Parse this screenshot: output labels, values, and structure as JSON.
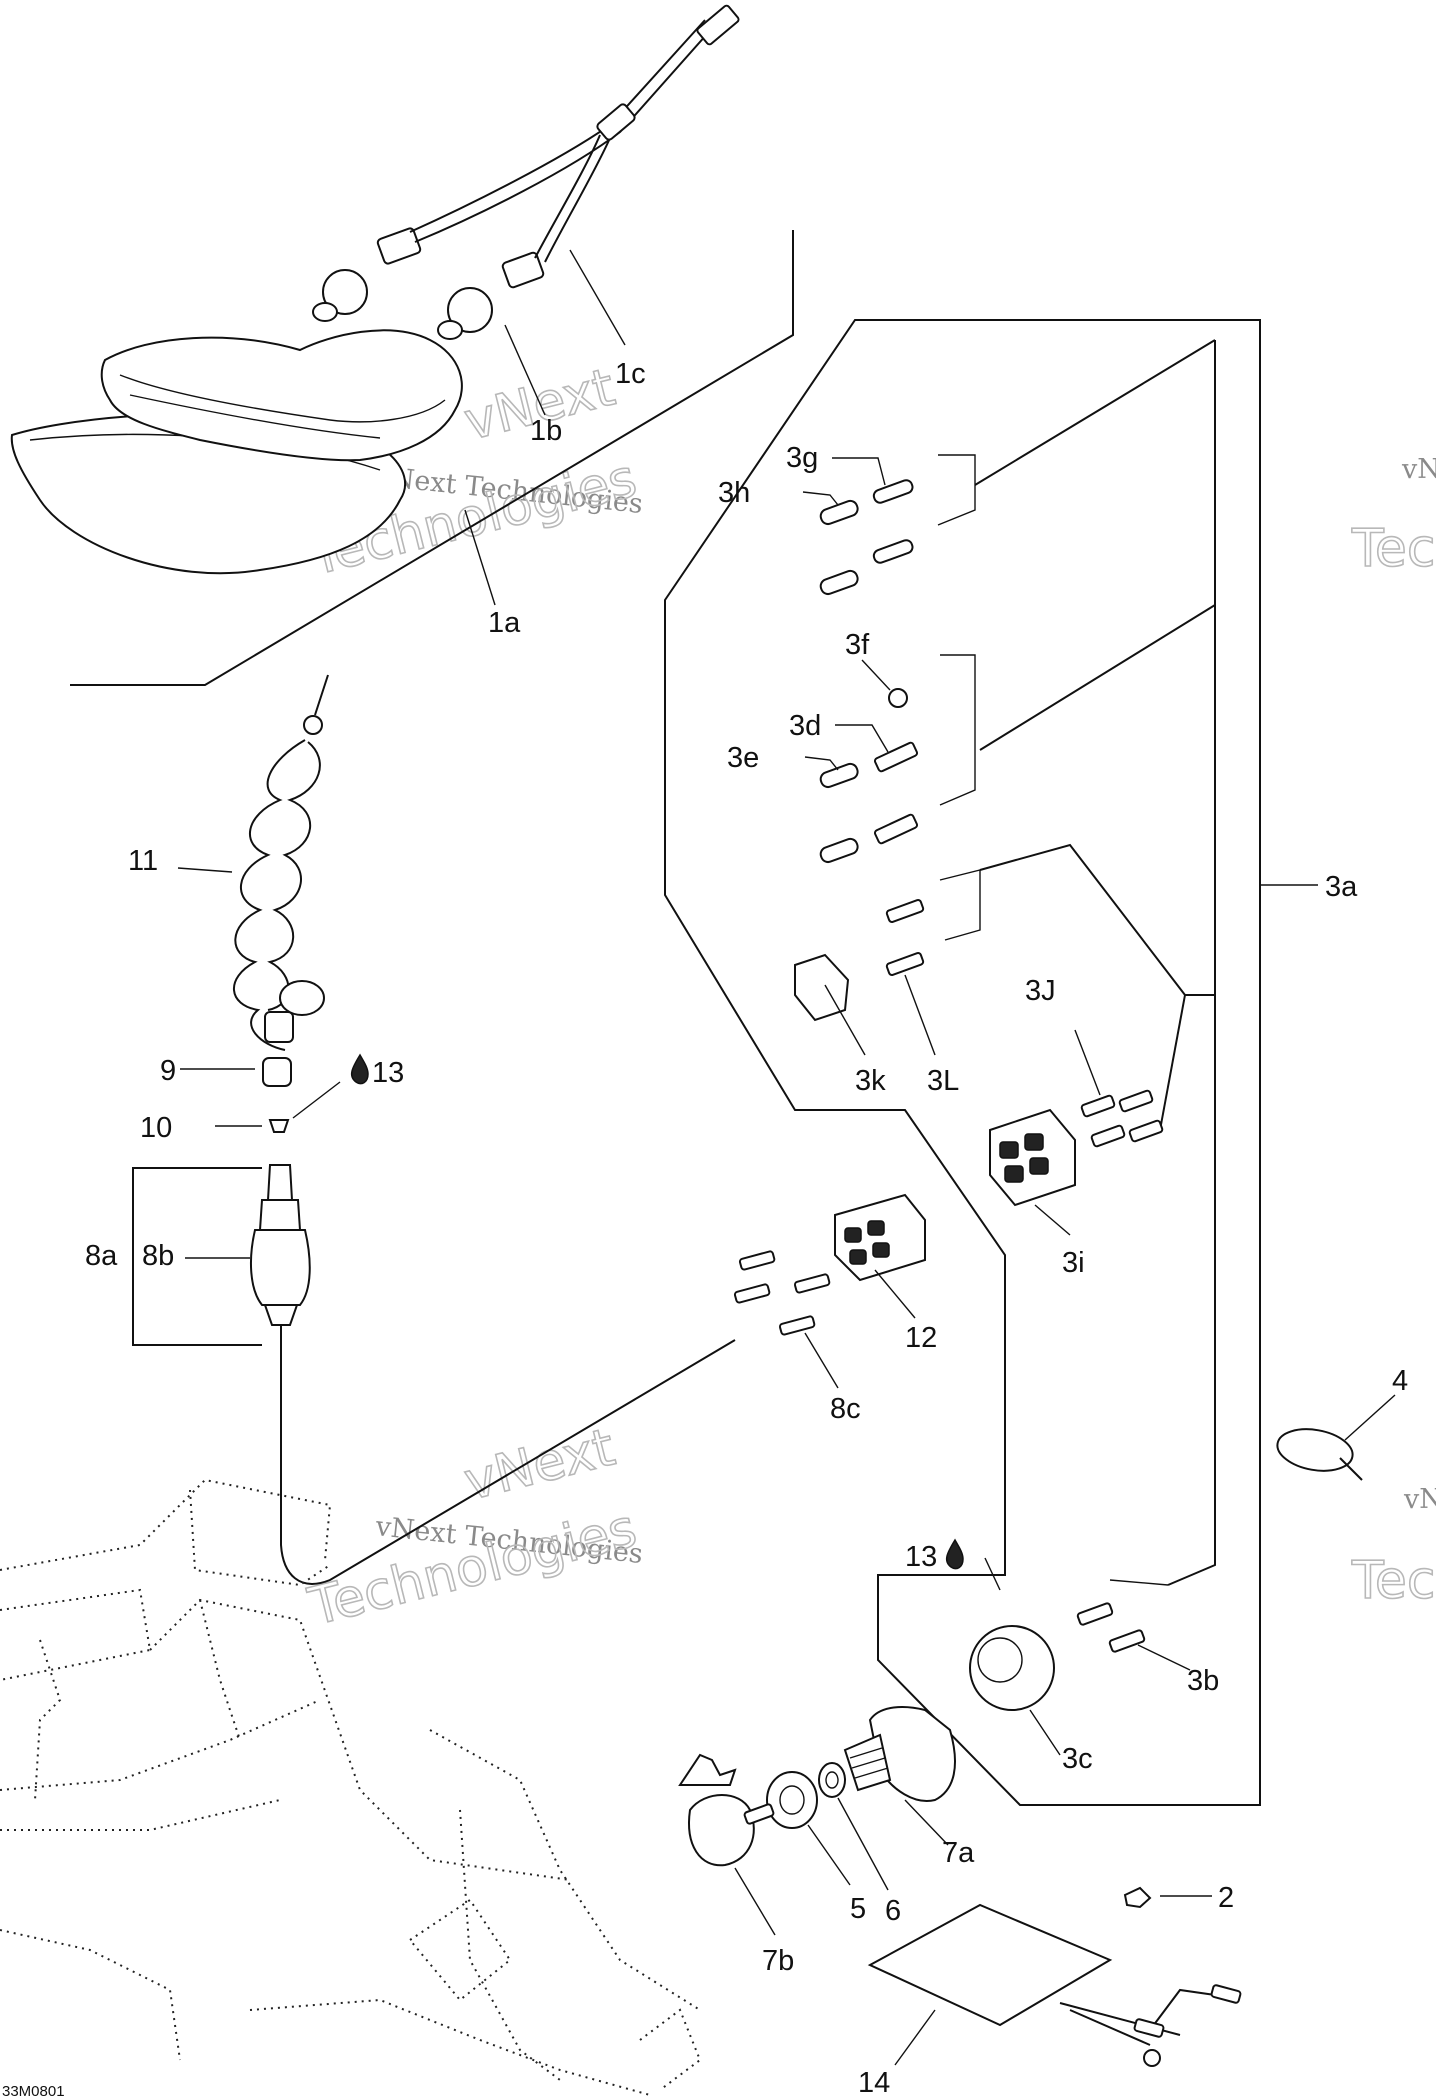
{
  "diagram": {
    "drawing_code": "33M0801",
    "watermark": {
      "line1": "vNext",
      "line2": "vNext Technologies",
      "line3": "Technologies",
      "edge_fragment_a": "vN",
      "edge_fragment_b": "Tec"
    },
    "callouts": {
      "c1a": "1a",
      "c1b": "1b",
      "c1c": "1c",
      "c2": "2",
      "c3a": "3a",
      "c3b": "3b",
      "c3c": "3c",
      "c3d": "3d",
      "c3e": "3e",
      "c3f": "3f",
      "c3g": "3g",
      "c3h": "3h",
      "c3i": "3i",
      "c3j": "3J",
      "c3k": "3k",
      "c3l": "3L",
      "c4": "4",
      "c5": "5",
      "c6": "6",
      "c7a": "7a",
      "c7b": "7b",
      "c8a": "8a",
      "c8b": "8b",
      "c8c": "8c",
      "c9": "9",
      "c10": "10",
      "c11": "11",
      "c12": "12",
      "c13a": "13",
      "c13b": "13",
      "c14": "14"
    }
  }
}
